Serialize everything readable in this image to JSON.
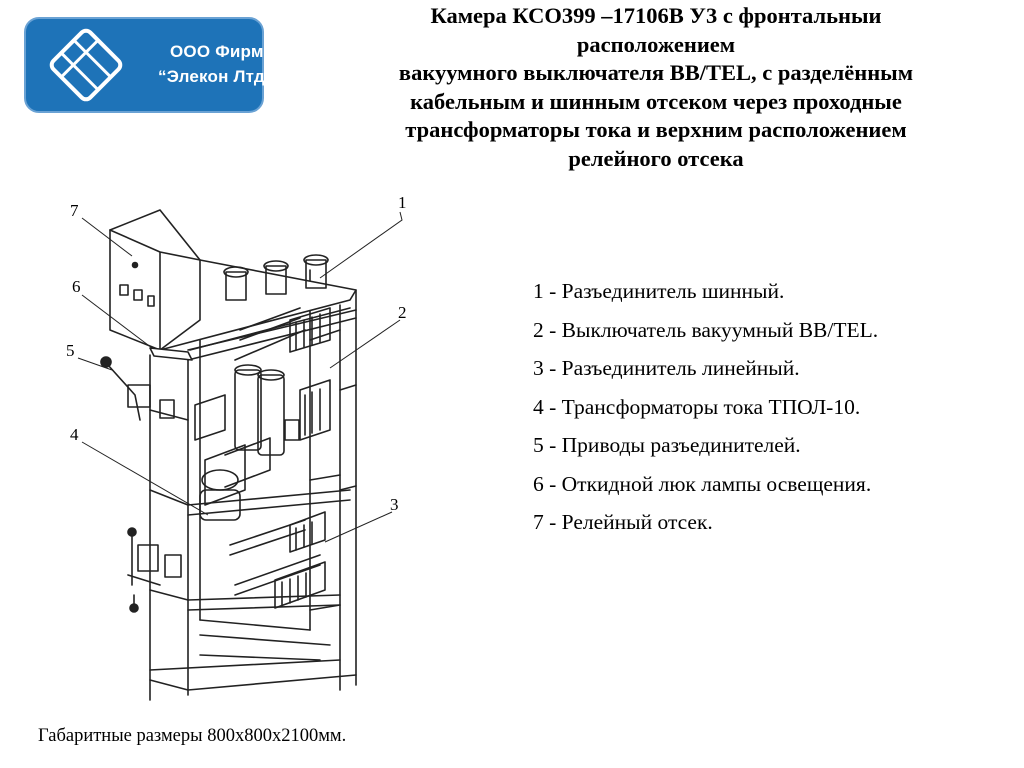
{
  "logo": {
    "line1": "ООО Фирма",
    "line2": "“Элекон Лтд”",
    "color": "#1e73b8"
  },
  "title": {
    "lines": [
      "Камера КСО399 –17106В У3 с фронтальныи",
      "расположением",
      "вакуумного выключателя ВВ/TEL, с разделённым",
      "кабельным и  шинным отсеком через проходные",
      "трансформаторы тока и верхним расположением",
      "релейного отсека"
    ]
  },
  "legend": {
    "items": [
      "1 - Разъединитель шинный.",
      "2 - Выключатель вакуумный ВВ/TEL.",
      "3 - Разъединитель линейный.",
      "4 - Трансформаторы тока ТПОЛ-10.",
      "5 - Приводы разъединителей.",
      "6 - Откидной люк лампы освещения.",
      "7 - Релейный отсек."
    ]
  },
  "callouts": [
    "1",
    "2",
    "3",
    "4",
    "5",
    "6",
    "7"
  ],
  "footer": {
    "dimensions": "Габаритные размеры 800х800х2100мм."
  }
}
